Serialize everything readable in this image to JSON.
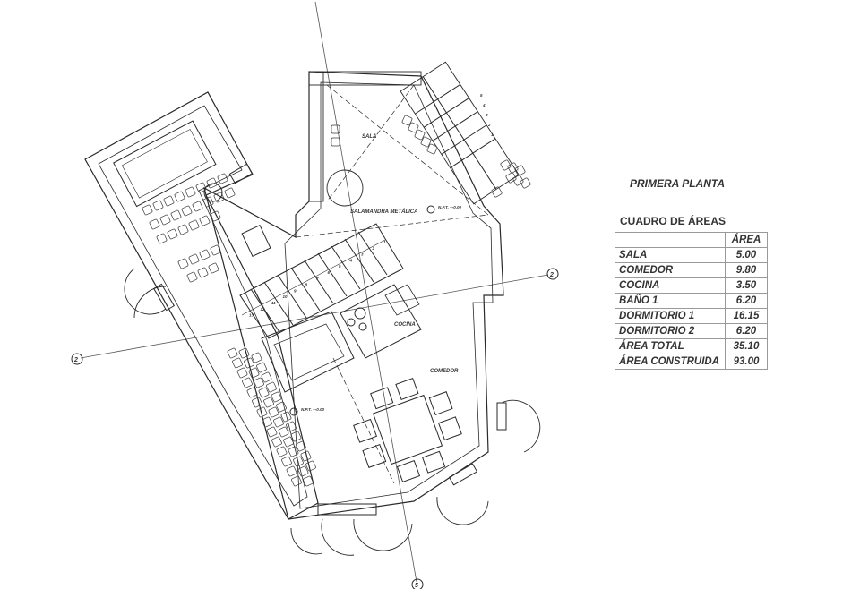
{
  "drawing": {
    "title": "PRIMERA PLANTA",
    "table_title": "CUADRO DE ÁREAS",
    "area_header": "ÁREA",
    "rows": [
      {
        "name": "SALA",
        "value": "5.00"
      },
      {
        "name": "COMEDOR",
        "value": "9.80"
      },
      {
        "name": "COCINA",
        "value": "3.50"
      },
      {
        "name": "BAÑO 1",
        "value": "6.20"
      },
      {
        "name": "DORMITORIO 1",
        "value": "16.15"
      },
      {
        "name": "DORMITORIO 2",
        "value": "6.20"
      },
      {
        "name": "ÁREA TOTAL",
        "value": "35.10"
      },
      {
        "name": "ÁREA CONSTRUIDA",
        "value": "93.00"
      }
    ]
  },
  "plan": {
    "room_labels": {
      "sala": "SALA",
      "comedor": "COMEDOR",
      "cocina": "COCINA",
      "salamandra": "SALAMANDRA METÁLICA"
    },
    "level_marks": [
      "N.P.T. +-0.00",
      "N.P.T. +-0.00"
    ],
    "axis_labels": [
      "2",
      "2",
      "5"
    ],
    "stair_numbers": [
      "1",
      "2",
      "3",
      "4",
      "5",
      "6",
      "7",
      "8",
      "9",
      "10",
      "11",
      "12",
      "13"
    ],
    "right_stair_numbers": [
      "1",
      "2",
      "3",
      "4",
      "5"
    ]
  }
}
